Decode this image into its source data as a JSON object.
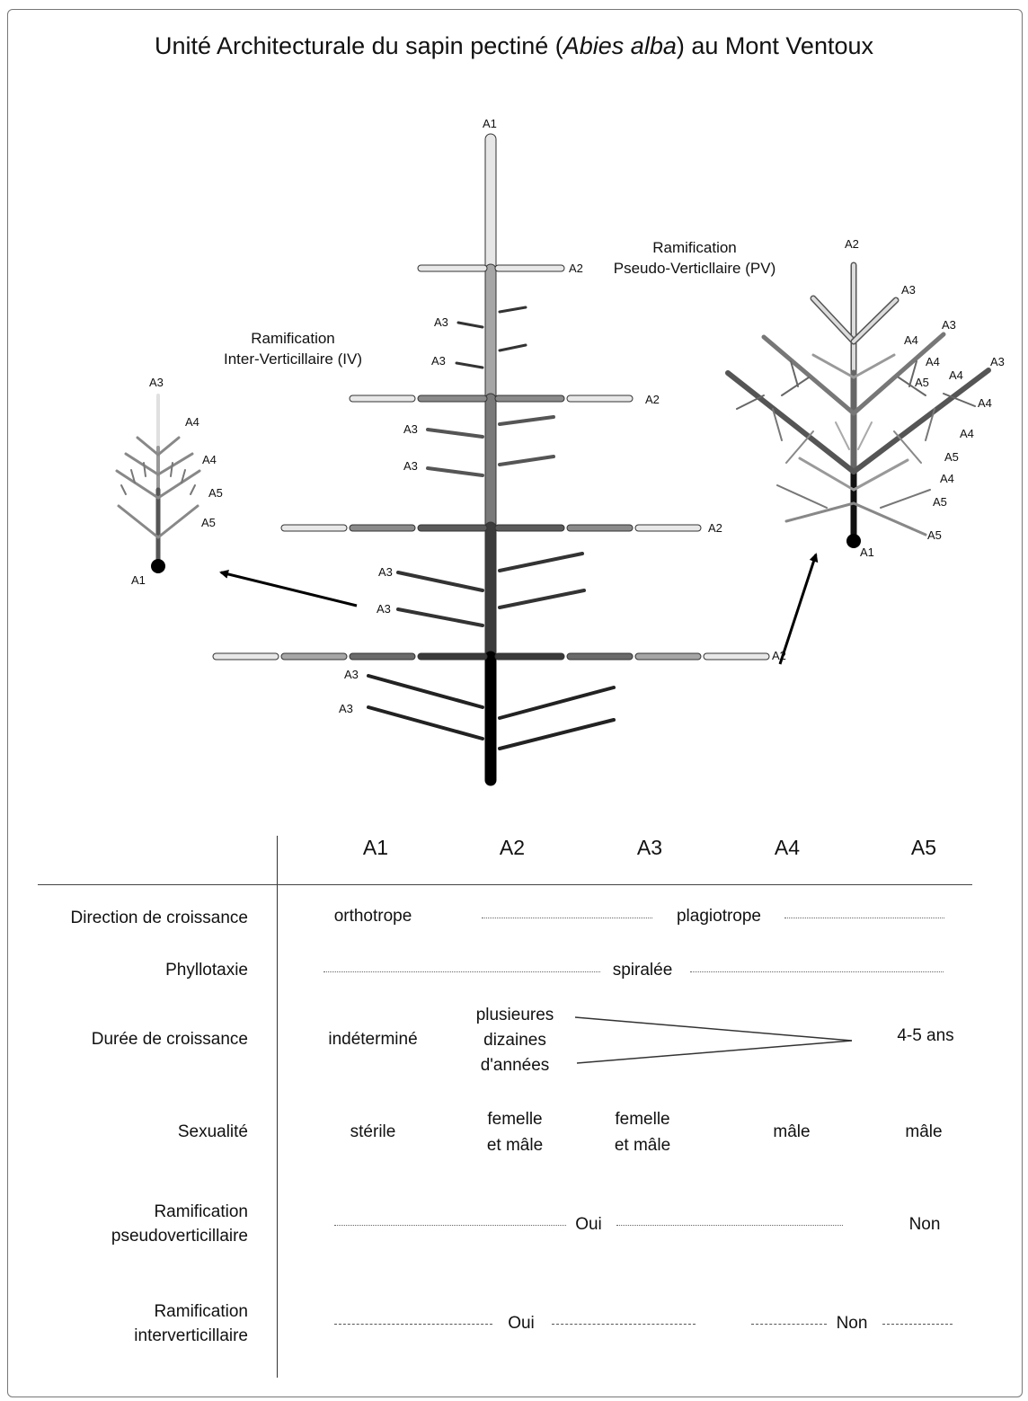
{
  "title_pre": "Unité Architecturale du sapin pectiné (",
  "title_italic": "Abies alba",
  "title_post": ") au Mont Ventoux",
  "labels": {
    "a1": "A1",
    "a2": "A2",
    "a3": "A3",
    "a4": "A4",
    "a5": "A5"
  },
  "annotations": {
    "iv_line1": "Ramification",
    "iv_line2": "Inter-Verticillaire (IV)",
    "pv_line1": "Ramification",
    "pv_line2": "Pseudo-Verticllaire (PV)"
  },
  "table": {
    "headers": [
      "A1",
      "A2",
      "A3",
      "A4",
      "A5"
    ],
    "rows": {
      "direction": {
        "label": "Direction de croissance",
        "a1": "orthotrope",
        "rest": "plagiotrope"
      },
      "phyllotaxie": {
        "label": "Phyllotaxie",
        "all": "spiralée"
      },
      "duree": {
        "label": "Durée de croissance",
        "a1": "indéterminé",
        "a2_l1": "plusieures",
        "a2_l2": "dizaines",
        "a2_l3": "d'années",
        "a45": "4-5 ans"
      },
      "sexualite": {
        "label": "Sexualité",
        "a1": "stérile",
        "a2_l1": "femelle",
        "a2_l2": "et mâle",
        "a3_l1": "femelle",
        "a3_l2": "et mâle",
        "a4": "mâle",
        "a5": "mâle"
      },
      "pv": {
        "label_l1": "Ramification",
        "label_l2": "pseudoverticillaire",
        "oui": "Oui",
        "non": "Non"
      },
      "iv": {
        "label_l1": "Ramification",
        "label_l2": "interverticillaire",
        "oui": "Oui",
        "non": "Non"
      }
    }
  },
  "colors": {
    "ink": "#111111",
    "line": "#555555",
    "dotted": "#666666"
  }
}
